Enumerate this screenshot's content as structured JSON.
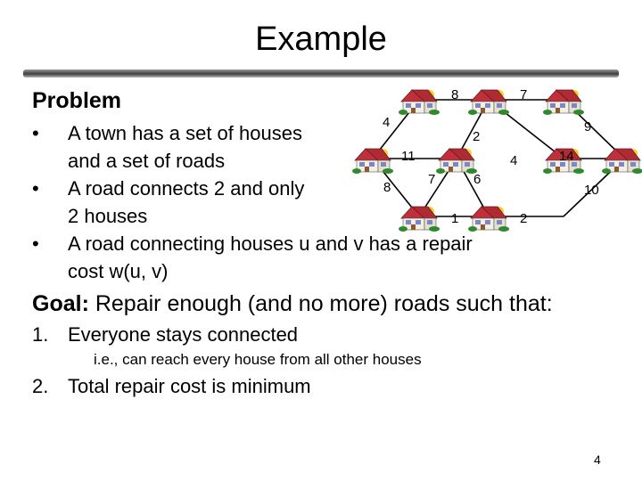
{
  "slide": {
    "title": "Example",
    "problem_heading": "Problem",
    "bullets": [
      {
        "marker": "•",
        "lines": [
          "A town has a set of houses",
          "and a set of roads"
        ]
      },
      {
        "marker": "•",
        "lines": [
          "A road connects 2 and only",
          "2 houses"
        ]
      },
      {
        "marker": "•",
        "lines": [
          "A road connecting houses u and v has a repair",
          "cost w(u, v)"
        ]
      }
    ],
    "goal_label": "Goal:",
    "goal_text": " Repair enough (and no more) roads such that:",
    "goal_items": [
      {
        "num": "1.",
        "text": "Everyone stays connected"
      },
      {
        "num": "2.",
        "text": "Total repair cost is minimum"
      }
    ],
    "goal_subnote": "i.e., can reach every house from all other houses",
    "page_number": "4"
  },
  "graph": {
    "edge_labels": [
      "8",
      "7",
      "4",
      "9",
      "2",
      "11",
      "14",
      "4",
      "7",
      "6",
      "8",
      "10",
      "1",
      "2"
    ],
    "house_icon": "house-icon",
    "colors": {
      "roof": "#c0303a",
      "wall": "#f3efe3",
      "window": "#7d86c8",
      "bush": "#2f8a2f",
      "sun": "#f2d21c"
    }
  }
}
